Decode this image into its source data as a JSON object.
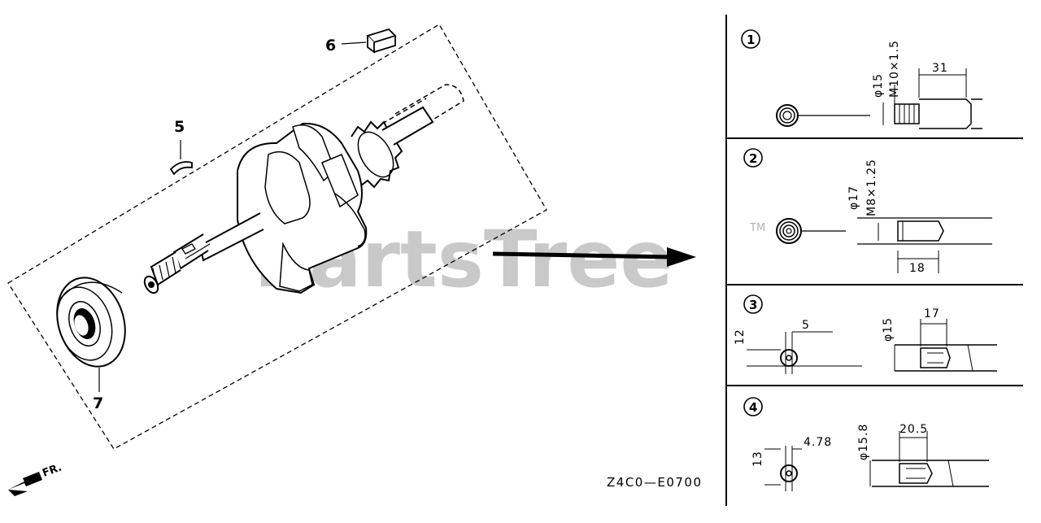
{
  "callouts": {
    "item5": "5",
    "item6": "6",
    "item7": "7"
  },
  "direction_label": "FR.",
  "diagram_code": "Z4C0—E0700",
  "watermark": {
    "text": "PartsTree",
    "trademark": "TM"
  },
  "panels": [
    {
      "number": "1",
      "thread": "M10×1.5",
      "diameter": "φ15",
      "length": "31"
    },
    {
      "number": "2",
      "thread": "M8×1.25",
      "diameter": "φ17",
      "length": "18"
    },
    {
      "number": "3",
      "key_height": "12",
      "key_width": "5",
      "diameter": "φ15",
      "length": "17"
    },
    {
      "number": "4",
      "key_height": "13",
      "key_width": "4.78",
      "diameter": "φ15.8",
      "length": "20.5"
    }
  ]
}
